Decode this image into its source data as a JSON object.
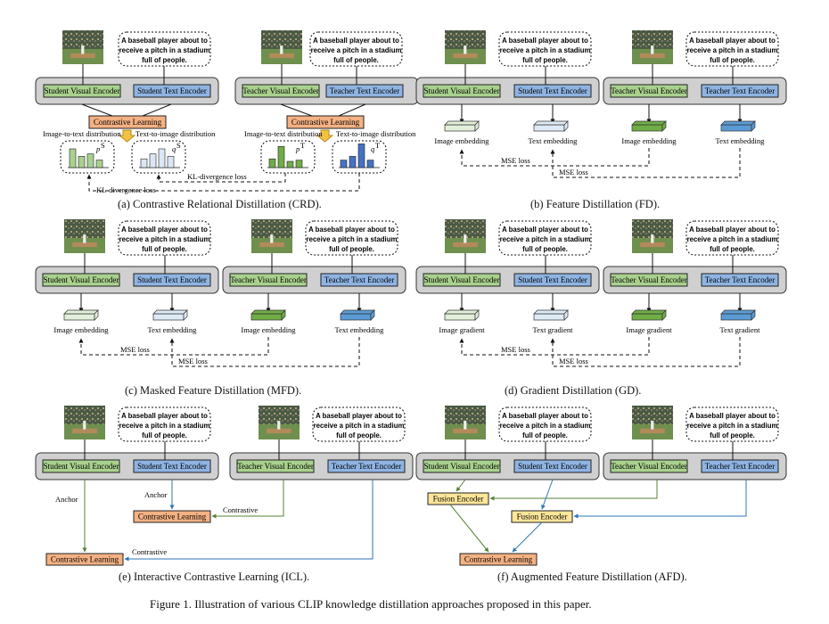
{
  "caption_text": "A baseball player about to receive a pitch in a stadium full of people.",
  "caption_lines": [
    "A baseball player about to",
    "receive a pitch in a stadium",
    "full of people."
  ],
  "enc": {
    "svs": "Student Visual Encoder",
    "ste": "Student Text Encoder",
    "tvs": "Teacher Visual Encoder",
    "tte": "Teacher Text Encoder",
    "contrastive": "Contrastive Learning",
    "fusion": "Fusion Encoder"
  },
  "labels": {
    "img2txt": "Image-to-text distribution",
    "txt2img": "Text-to-image distribution",
    "kl": "KL-divergence loss",
    "mse": "MSE loss",
    "img_emb": "Image embedding",
    "txt_emb": "Text embedding",
    "img_grad": "Image gradient",
    "txt_grad": "Text gradient",
    "anchor": "Anchor",
    "contrastive": "Contrastive"
  },
  "panels": {
    "a": "(a) Contrastive Relational Distillation (CRD).",
    "b": "(b) Feature Distillation (FD).",
    "c": "(c) Masked Feature Distillation (MFD).",
    "d": "(d) Gradient Distillation (GD).",
    "e": "(e) Interactive Contrastive Learning (ICL).",
    "f": "(f) Augmented Feature Distillation (AFD)."
  },
  "figure_caption": "Figure 1. Illustration of various CLIP knowledge distillation approaches proposed in this paper.",
  "colors": {
    "green": "#a9d18e",
    "blue": "#8fb4e3",
    "peach": "#f4b183",
    "yellow": "#ffe699",
    "gray": "#d0d0d0",
    "arrow_green": "#548235",
    "arrow_blue": "#2e75b6"
  }
}
